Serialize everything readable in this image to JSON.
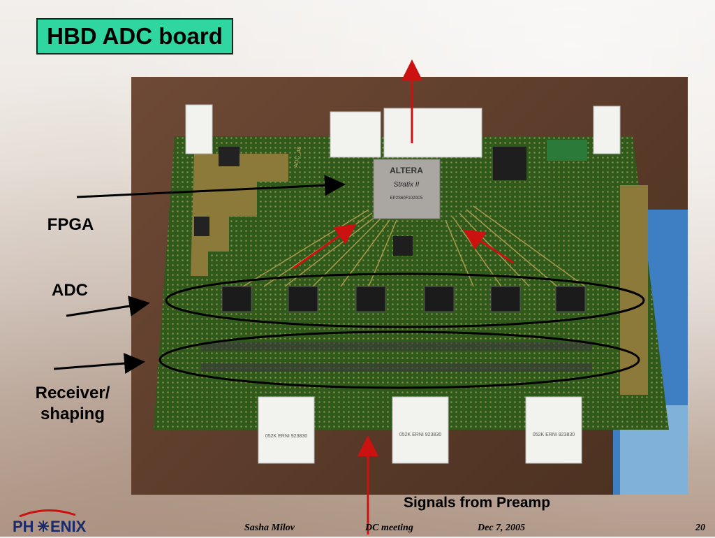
{
  "slide": {
    "title": "HBD ADC board",
    "labels": {
      "fpga": "FPGA",
      "adc": "ADC",
      "receiver": "Receiver/\nshaping",
      "signals": "Signals from Preamp"
    },
    "board": {
      "fpga_brand": "ALTERA",
      "fpga_family": "Stratix II",
      "fpga_part": "EP2S60F1020C5",
      "board_silk": "ADC_48",
      "connector_label": "052K ERNI 923830"
    },
    "footer": {
      "author": "Sasha Milov",
      "meeting": "DC meeting",
      "date": "Dec 7, 2005",
      "page": "20"
    },
    "logo": {
      "left": "PH",
      "right": "ENIX"
    }
  },
  "colors": {
    "title_bg": "#2fd6a0",
    "pcb_green": "#2f5a1c",
    "arrow_red": "#cc1111"
  }
}
